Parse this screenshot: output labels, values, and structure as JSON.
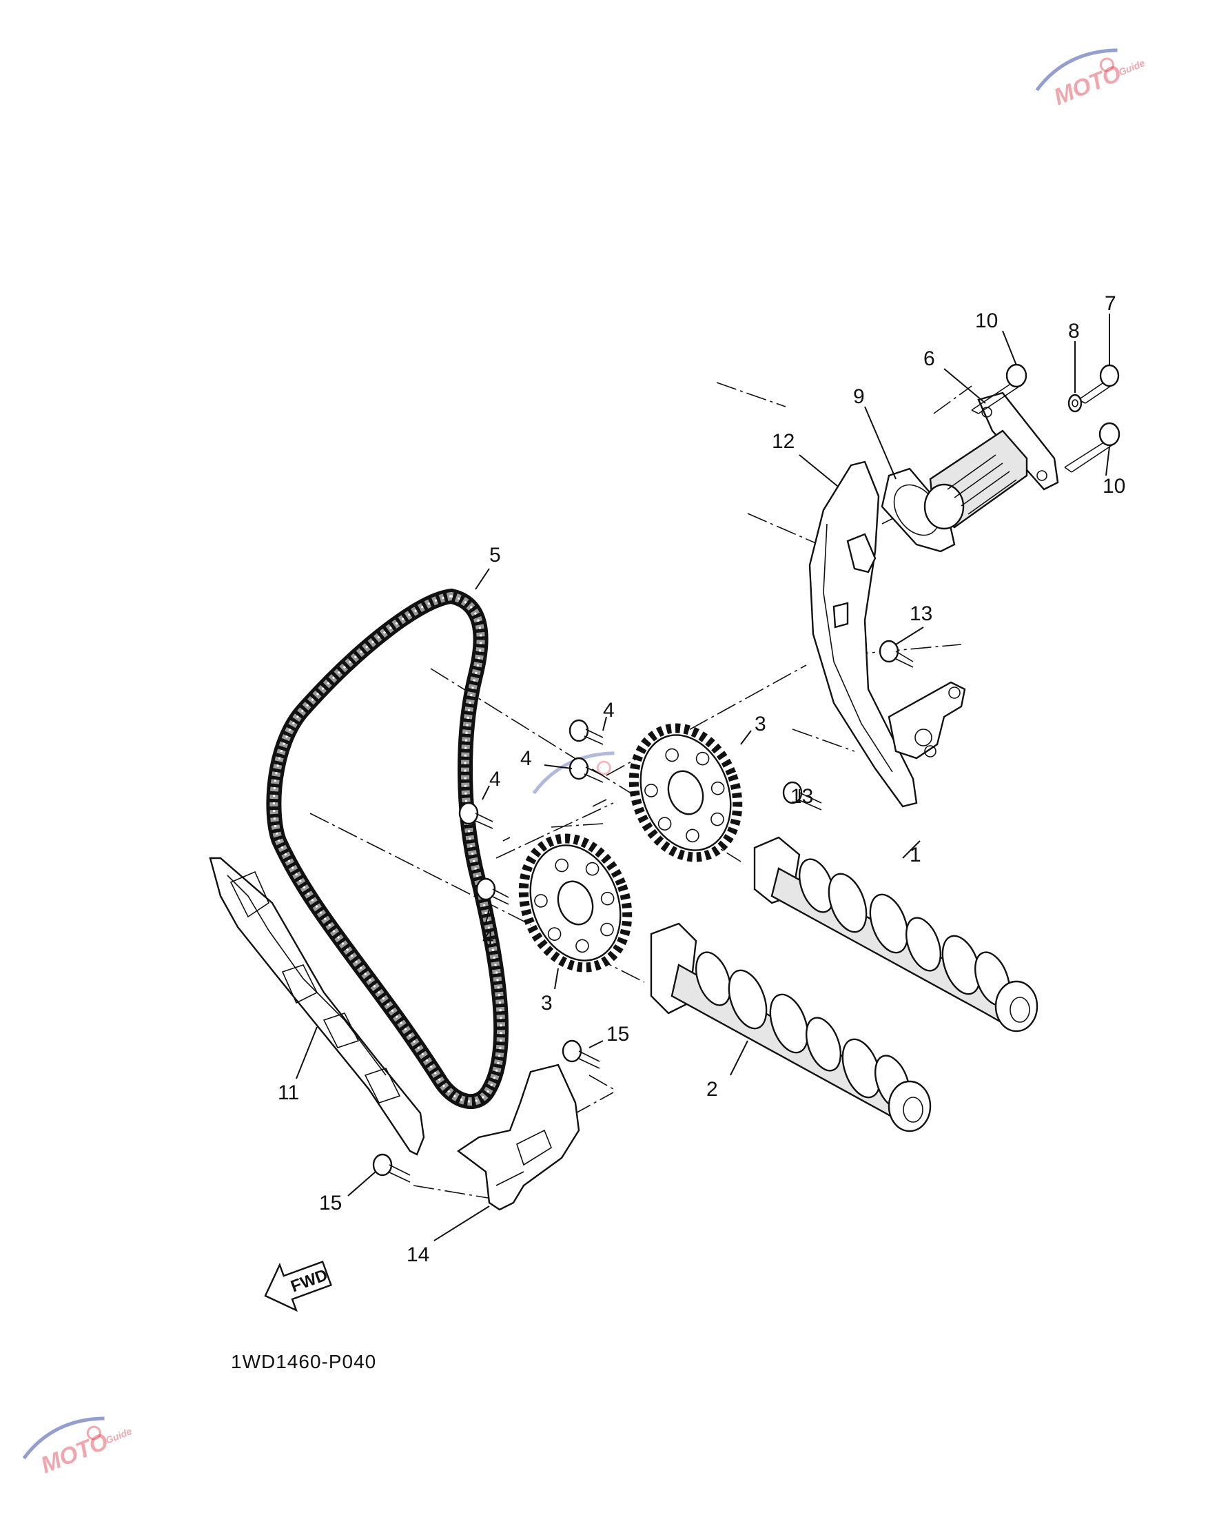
{
  "diagram_code": "1WD1460-P040",
  "fwd_label": "FWD",
  "watermark": {
    "text": "MOTO",
    "sub": "Guide",
    "color_red": "#e23a4a",
    "color_blue": "#3d4fa8"
  },
  "callouts": [
    {
      "id": "c1",
      "label": "1"
    },
    {
      "id": "c2",
      "label": "2"
    },
    {
      "id": "c3a",
      "label": "3"
    },
    {
      "id": "c3b",
      "label": "3"
    },
    {
      "id": "c4a",
      "label": "4"
    },
    {
      "id": "c4b",
      "label": "4"
    },
    {
      "id": "c4c",
      "label": "4"
    },
    {
      "id": "c4d",
      "label": "4"
    },
    {
      "id": "c5",
      "label": "5"
    },
    {
      "id": "c6",
      "label": "6"
    },
    {
      "id": "c7",
      "label": "7"
    },
    {
      "id": "c8",
      "label": "8"
    },
    {
      "id": "c9",
      "label": "9"
    },
    {
      "id": "c10a",
      "label": "10"
    },
    {
      "id": "c10b",
      "label": "10"
    },
    {
      "id": "c11",
      "label": "11"
    },
    {
      "id": "c12",
      "label": "12"
    },
    {
      "id": "c13a",
      "label": "13"
    },
    {
      "id": "c13b",
      "label": "13"
    },
    {
      "id": "c14",
      "label": "14"
    },
    {
      "id": "c15a",
      "label": "15"
    },
    {
      "id": "c15b",
      "label": "15"
    }
  ]
}
